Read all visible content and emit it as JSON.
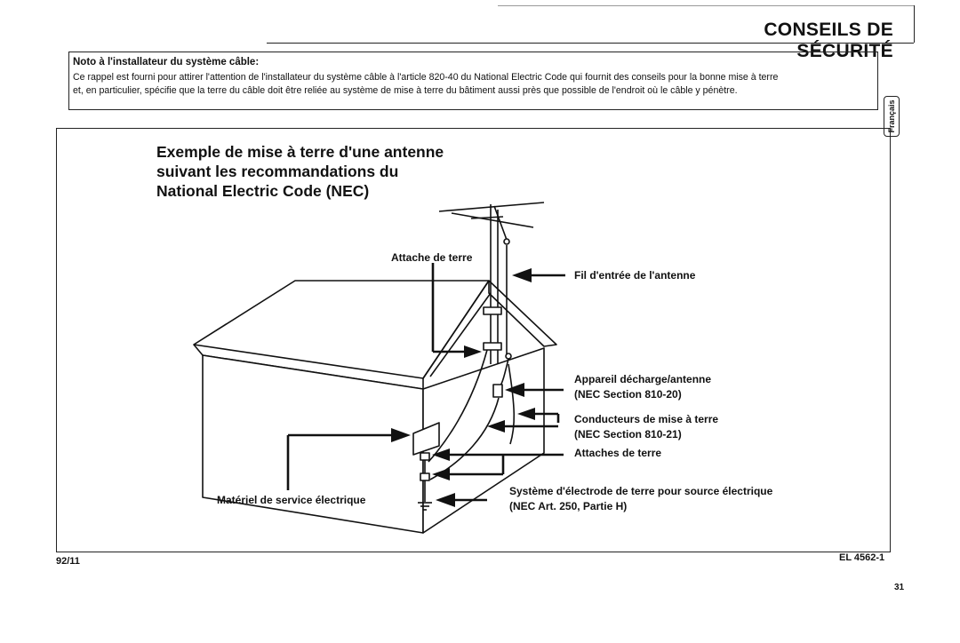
{
  "header": {
    "title": "CONSEILS DE SÉCURITÉ"
  },
  "language_tab": "Français",
  "note": {
    "title": "Noto à l'installateur du système câble:",
    "line1": "Ce rappel est fourni pour attirer l'attention de l'installateur du système câble à l'article 820-40 du National Electric Code qui fournit des conseils pour la bonne mise à terre",
    "line2": "et, en particulier, spécifie que la terre du câble doit être reliée au système de mise à terre du bâtiment aussi près que possible de l'endroit où le câble y pénètre."
  },
  "figure": {
    "title_lines": [
      "Exemple de mise à terre d'une antenne",
      "suivant les recommandations du",
      "National Electric Code (NEC)"
    ],
    "labels": {
      "attache_de_terre": "Attache de terre",
      "fil_entree": "Fil d'entrée de l'antenne",
      "appareil_line1": "Appareil décharge/antenne",
      "appareil_line2": "(NEC Section 810-20)",
      "conducteurs_line1": "Conducteurs de mise à terre",
      "conducteurs_line2": "(NEC Section 810-21)",
      "attaches_de_terre": "Attaches de terre",
      "systeme_line1": "Système d'électrode de terre pour source électrique",
      "systeme_line2": "(NEC Art. 250, Partie H)",
      "materiel": "Matériel de service électrique"
    }
  },
  "footer": {
    "left_code": "92/11",
    "right_code": "EL 4562-1",
    "page_number": "31"
  }
}
